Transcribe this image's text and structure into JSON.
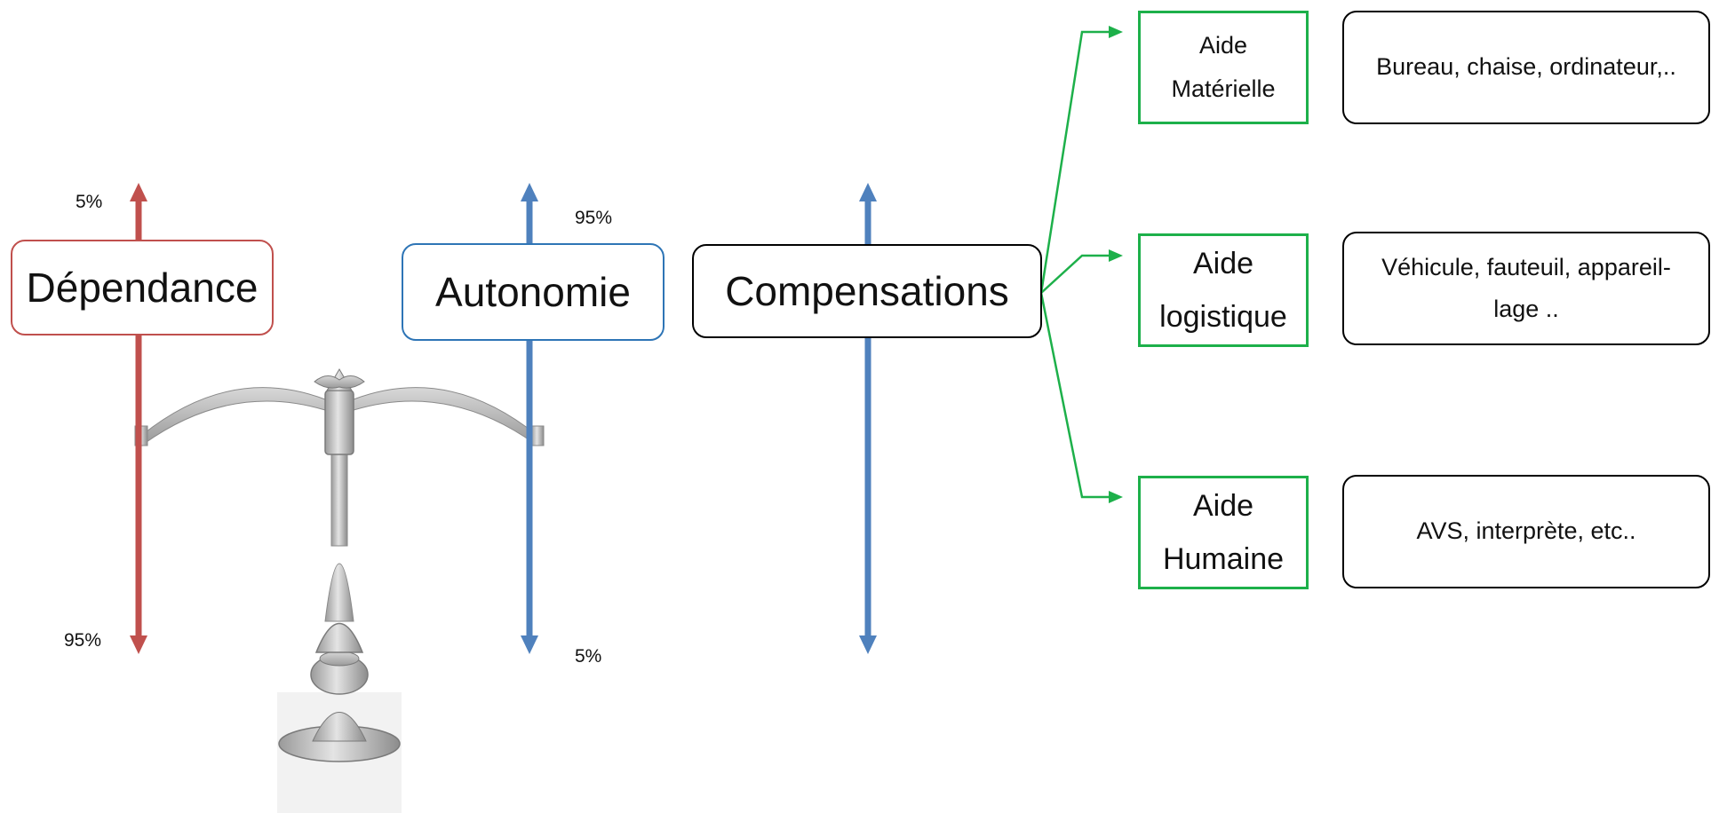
{
  "nodes": {
    "dependance": "Dépendance",
    "autonomie": "Autonomie",
    "compensations": "Compensations"
  },
  "percentages": {
    "dependance_top": "5%",
    "dependance_bottom": "95%",
    "autonomie_top": "95%",
    "autonomie_bottom": "5%"
  },
  "aids": [
    {
      "line1": "Aide",
      "line2": "Matérielle",
      "description": "Bureau, chaise, ordinateur,.."
    },
    {
      "line1": "Aide",
      "line2": "logistique",
      "description": "Véhicule, fauteuil, appareil-lage .."
    },
    {
      "line1": "Aide",
      "line2": "Humaine",
      "description": "AVS, interprète, etc.."
    }
  ],
  "colors": {
    "dependance": "#c0504d",
    "autonomie": "#4f81bd",
    "connector": "#1db04a",
    "box_border": "#000000"
  },
  "illustration": "scale-of-justice"
}
